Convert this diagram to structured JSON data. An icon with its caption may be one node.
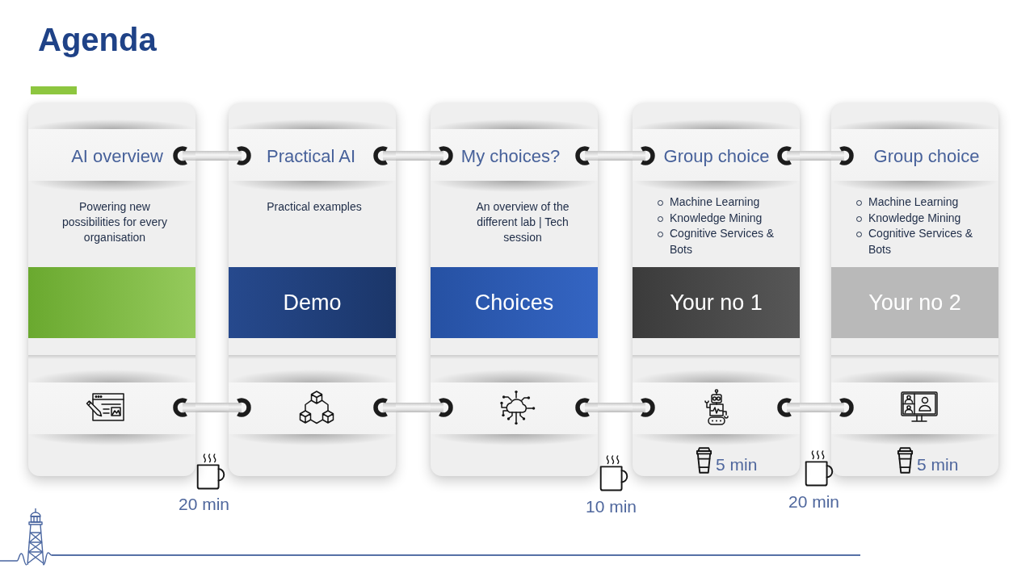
{
  "diagram": {
    "title": "Agenda",
    "nodes": [
      {
        "text": [
          "Powering new possibilities for every organisation"
        ]
      },
      {
        "text": [
          "AI overview"
        ],
        "in": 0
      },
      {
        "text": [],
        "shape": "bar",
        "in": 0
      },
      {
        "text": [],
        "shape": "picture",
        "in": 0
      },
      {
        "text": [
          "Practical examples"
        ]
      },
      {
        "text": [
          "Practical AI"
        ],
        "in": 4
      },
      {
        "text": [
          "Demo"
        ],
        "in": 4
      },
      {
        "text": [],
        "shape": "picture",
        "in": 4
      },
      {
        "text": [
          "An overview of the different lab | Tech session"
        ]
      },
      {
        "text": [
          "My choices?"
        ],
        "in": 8
      },
      {
        "text": [
          "Choices"
        ],
        "in": 8
      },
      {
        "text": [],
        "shape": "picture",
        "in": 8
      },
      {
        "text": [
          "Machine Learning",
          "Knowledge Mining",
          "Cognitive Services & Bots"
        ]
      },
      {
        "text": [
          "Group choice"
        ],
        "in": 12
      },
      {
        "text": [
          "Your no 1"
        ],
        "in": 12
      },
      {
        "text": [],
        "shape": "picture",
        "in": 12
      },
      {
        "text": [
          "Machine Learning",
          "Knowledge Mining",
          "Cognitive Services & Bots"
        ]
      },
      {
        "text": [
          "Group choice"
        ],
        "in": 16
      },
      {
        "text": [
          "Your no 2"
        ],
        "in": 16
      },
      {
        "text": [],
        "shape": "picture",
        "in": 16
      }
    ],
    "edges": [
      {
        "from": 1,
        "to": 5,
        "arrow": "other"
      },
      {
        "from": 5,
        "to": 9,
        "arrow": "other"
      },
      {
        "from": 9,
        "to": 13,
        "arrow": "other"
      },
      {
        "from": 13,
        "to": 17,
        "arrow": "other"
      },
      {
        "from": 3,
        "to": 7,
        "arrow": "other"
      },
      {
        "from": 7,
        "to": 11,
        "arrow": "other"
      },
      {
        "from": 11,
        "to": 15,
        "arrow": "other"
      },
      {
        "from": 15,
        "to": 19,
        "arrow": "other"
      }
    ],
    "labels": [
      "20 min",
      "10 min",
      "5 min",
      "20 min",
      "5 min"
    ]
  }
}
